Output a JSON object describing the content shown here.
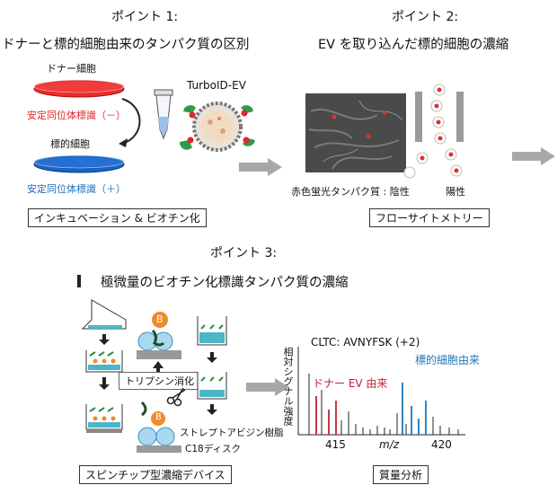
{
  "point1": {
    "heading": "ポイント 1:",
    "title": "ドナーと標的細胞由来のタンパク質の区別",
    "donor_label": "ドナー細胞",
    "donor_isotope": "安定同位体標識（－）",
    "target_label": "標的細胞",
    "target_isotope": "安定同位体標識（＋）",
    "turbo_label": "TurboID-EV",
    "caption": "インキュベーション & ビオチン化"
  },
  "point2": {
    "heading": "ポイント 2:",
    "title": "EV を取り込んだ標的細胞の濃縮",
    "fluor_label": "赤色蛍光タンパク質 : 陰性",
    "positive_label": "陽性",
    "caption": "フローサイトメトリー"
  },
  "point3": {
    "heading": "ポイント 3:",
    "title": "極微量のビオチン化標識タンパク質の濃縮",
    "b_label": "B",
    "trypsin_label": "トリプシン消化",
    "streptavidin_label": "ストレプトアビジン樹脂",
    "c18_label": "C18ディスク",
    "caption": "スピンチップ型濃縮デバイス"
  },
  "spectrum": {
    "title": "CLTC: AVNYFSK (+2)",
    "ylabel": "相対シグナル強度",
    "xlabel": "m/z",
    "donor_label": "ドナー EV 由来",
    "target_label": "標的細胞由来",
    "tick_415": "415",
    "tick_420": "420",
    "caption": "質量分析",
    "colors": {
      "donor": "#c0213a",
      "target": "#1f77b4",
      "other": "#222222"
    }
  }
}
